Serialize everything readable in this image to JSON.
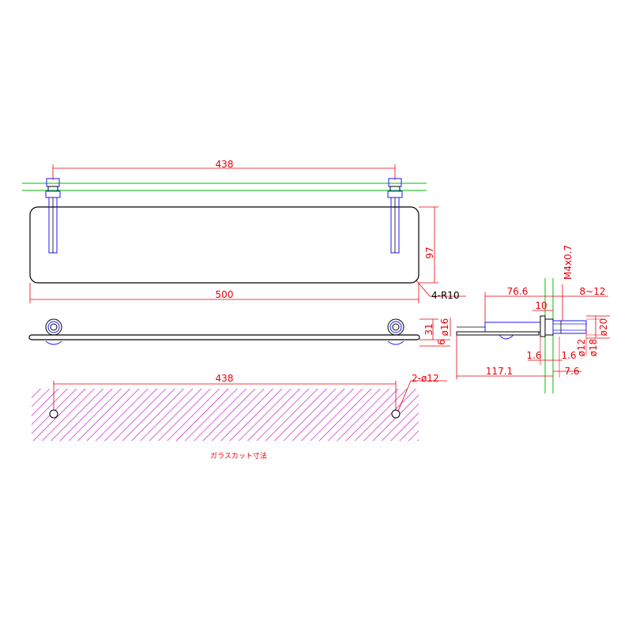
{
  "colors": {
    "outline": "#000000",
    "dimension": "#e8000a",
    "centerline": "#00c000",
    "fastener": "#1a1aff",
    "hatch": "#c000c0"
  },
  "front_view": {
    "dim_hole_spacing": "438",
    "dim_length": "500",
    "dim_height": "97",
    "dim_corner_radius": "4-R10"
  },
  "side_view": {
    "dim_gap": "31",
    "dim_glass_thickness": "6",
    "dim_bar_diameter": "ø16"
  },
  "detail_view": {
    "dim_arm_length": "76.6",
    "dim_10": "10",
    "dim_thread": "M4x0.7",
    "dim_wall_range": "8~12",
    "dim_d20": "ø20",
    "dim_d18": "ø18",
    "dim_d12": "ø12",
    "dim_total_depth": "117.1",
    "dim_1_6_left": "1.6",
    "dim_1_6_right": "1.6",
    "dim_7_6": "7.6"
  },
  "glass_cut": {
    "dim_hole_spacing": "438",
    "dim_holes": "2-ø12",
    "caption": "ガラスカット寸法"
  }
}
